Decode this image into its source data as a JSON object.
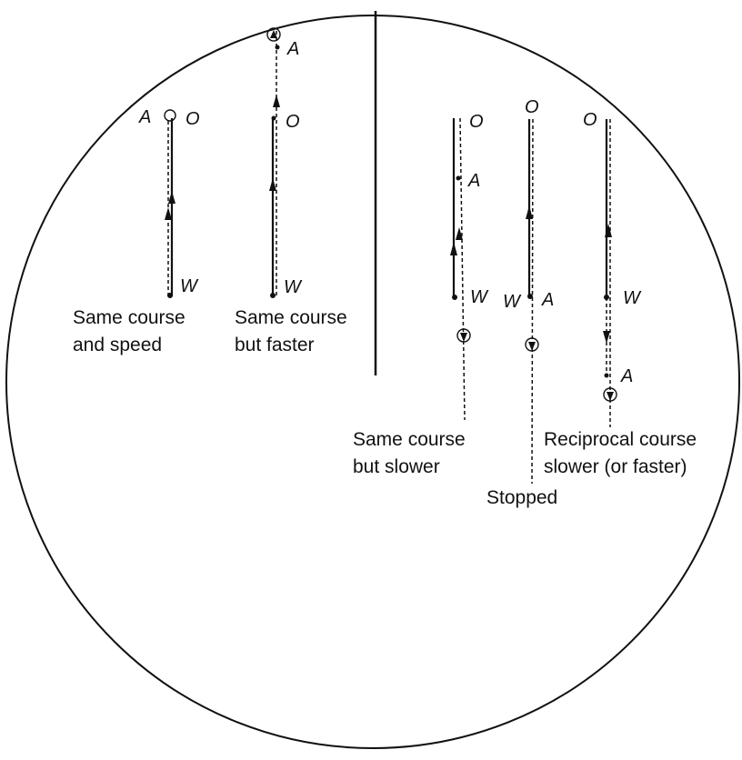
{
  "diagram": {
    "captions": {
      "same_course_speed": [
        "Same course",
        "and speed"
      ],
      "same_course_faster": [
        "Same course",
        "but faster"
      ],
      "same_course_slower": [
        "Same course",
        "but slower"
      ],
      "stopped": [
        "Stopped"
      ],
      "reciprocal": [
        "Reciprocal course",
        "slower (or faster)"
      ]
    },
    "labels": {
      "A": "A",
      "O": "O",
      "W": "W"
    }
  }
}
